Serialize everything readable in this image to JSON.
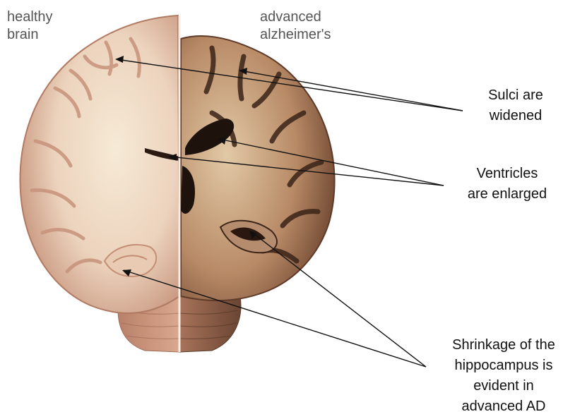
{
  "headers": {
    "healthy": "healthy\nbrain",
    "advanced": "advanced\nalzheimer's"
  },
  "annotations": {
    "sulci": "Sulci are\nwidened",
    "ventricles": "Ventricles\nare enlarged",
    "hippocampus": "Shrinkage of the\nhippocampus is\nevident in\nadvanced AD"
  },
  "colors": {
    "healthy_cortex": "#c7927a",
    "healthy_white_matter": "#f3e6cf",
    "diseased_cortex": "#8a5a3e",
    "diseased_white_matter": "#dcc3a0",
    "ventricle": "#1e120c",
    "pointer_line": "#111111"
  }
}
